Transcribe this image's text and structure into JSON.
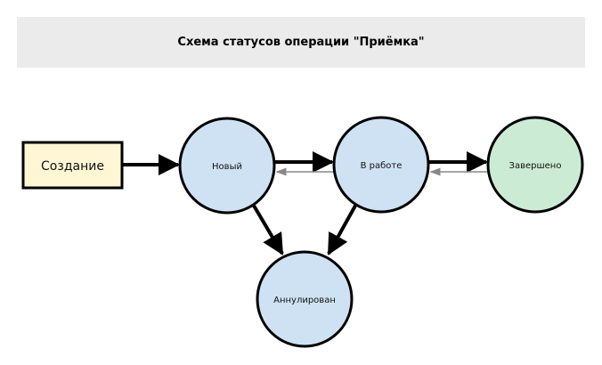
{
  "title": "Схема статусов операции \"Приёмка\"",
  "nodes": {
    "start": {
      "label": "Создание",
      "fill": "#fff6d5"
    },
    "new": {
      "label": "Новый",
      "fill": "#cfe2f3"
    },
    "in_work": {
      "label": "В работе",
      "fill": "#cfe2f3"
    },
    "done": {
      "label": "Завершено",
      "fill": "#ccebd4"
    },
    "cancelled": {
      "label": "Аннулирован",
      "fill": "#cfe2f3"
    }
  },
  "edges": [
    {
      "from": "start",
      "to": "new",
      "kind": "forward"
    },
    {
      "from": "new",
      "to": "in_work",
      "kind": "forward"
    },
    {
      "from": "in_work",
      "to": "new",
      "kind": "return"
    },
    {
      "from": "in_work",
      "to": "done",
      "kind": "forward"
    },
    {
      "from": "done",
      "to": "in_work",
      "kind": "return"
    },
    {
      "from": "new",
      "to": "cancelled",
      "kind": "forward"
    },
    {
      "from": "in_work",
      "to": "cancelled",
      "kind": "forward"
    }
  ]
}
